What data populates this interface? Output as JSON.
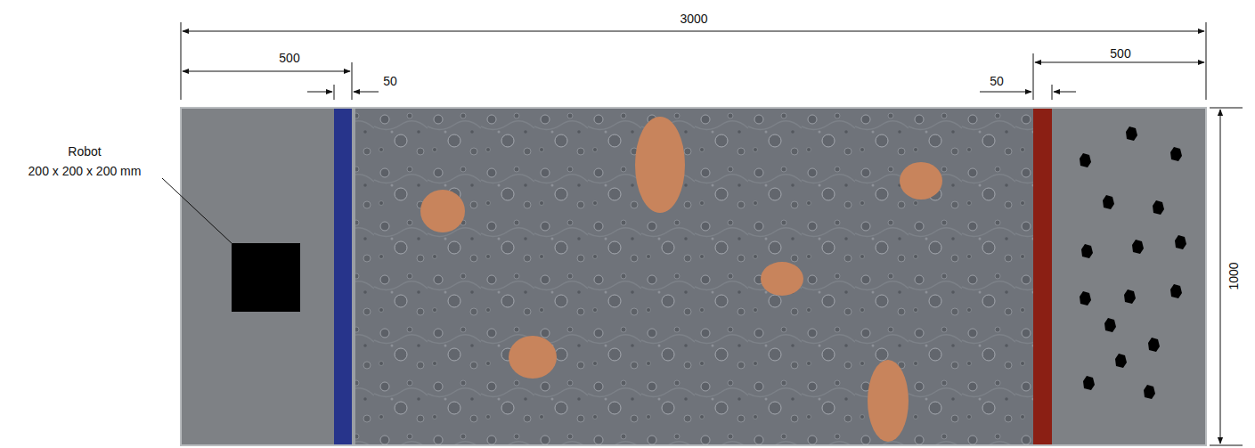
{
  "diagram": {
    "labels": [
      "3000",
      "500",
      "50",
      "50",
      "500",
      "Robot",
      "200 x 200 x 200 mm",
      "1000"
    ]
  }
}
